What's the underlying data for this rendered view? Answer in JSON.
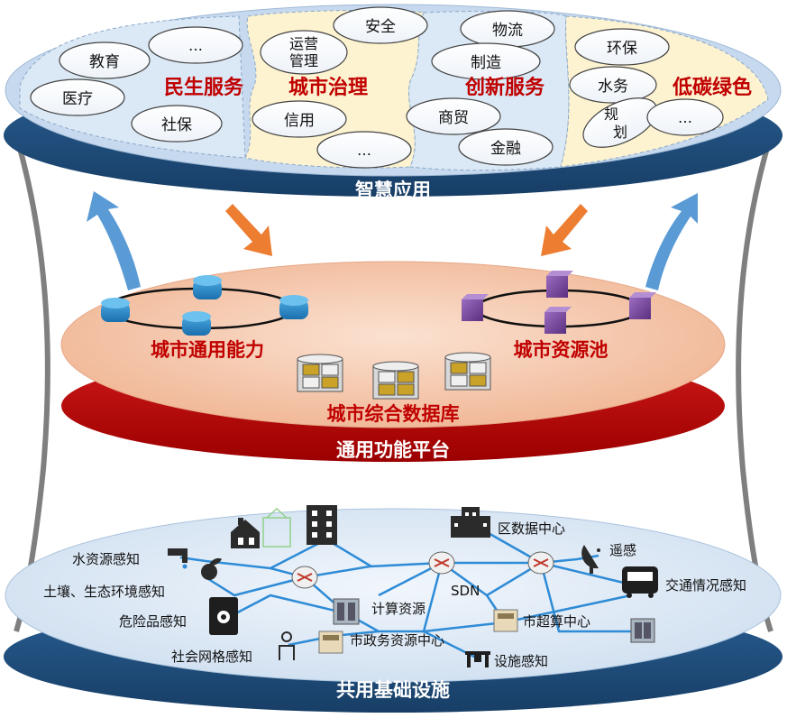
{
  "layers": {
    "top": {
      "title": "智慧应用",
      "groups": [
        {
          "title": "民生服务",
          "bubbles": [
            "教育",
            "…",
            "医疗",
            "社保"
          ]
        },
        {
          "title": "城市治理",
          "bubbles": [
            "运营管理",
            "安全",
            "信用",
            "…"
          ]
        },
        {
          "title": "创新服务",
          "bubbles": [
            "物流",
            "制造",
            "商贸",
            "金融"
          ]
        },
        {
          "title": "低碳绿色",
          "bubbles": [
            "环保",
            "水务",
            "规划",
            "…"
          ]
        }
      ]
    },
    "middle": {
      "title": "通用功能平台",
      "left_label": "城市通用能力",
      "right_label": "城市资源池",
      "db_label": "城市综合数据库"
    },
    "bottom": {
      "title": "共用基础设施",
      "labels": {
        "water": "水资源感知",
        "soil": "土壤、生态环境感知",
        "hazard": "危险品感知",
        "social": "社会网格感知",
        "datacenter": "区数据中心",
        "remote": "遥感",
        "traffic": "交通情况感知",
        "sdn": "SDN",
        "compute": "计算资源",
        "gov": "市政务资源中心",
        "super": "市超算中心",
        "facility": "设施感知"
      }
    }
  },
  "colors": {
    "navy": "#1f4e79",
    "platform_red": "#c00000",
    "platform_peach": "#f4c4a8",
    "group_title_red": "#c00000",
    "panel_blue": "#dbe8f5",
    "panel_cream": "#fdf3d0",
    "arrow_up_blue": "#5b9bd5",
    "arrow_down_orange": "#ed7d31",
    "network_line": "#2e8bd6"
  }
}
